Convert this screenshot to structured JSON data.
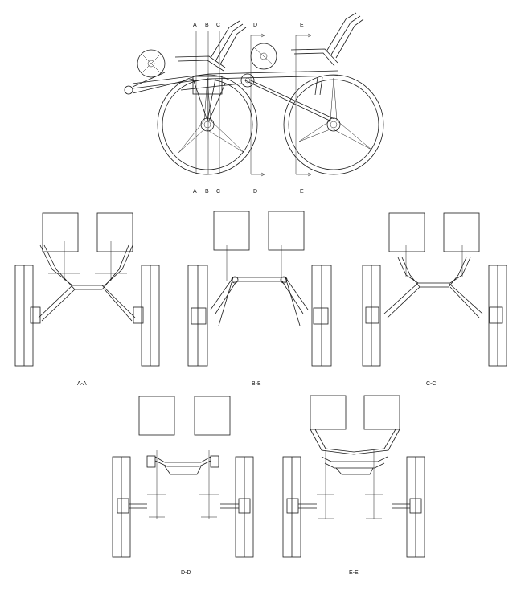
{
  "top_view": {
    "section_markers_top": [
      "A",
      "B",
      "C",
      "D",
      "E"
    ],
    "section_markers_bottom": [
      "A",
      "B",
      "C",
      "D",
      "E"
    ]
  },
  "sections": [
    {
      "label": "A-A"
    },
    {
      "label": "B-B"
    },
    {
      "label": "C-C"
    },
    {
      "label": "D-D"
    },
    {
      "label": "E-E"
    }
  ]
}
